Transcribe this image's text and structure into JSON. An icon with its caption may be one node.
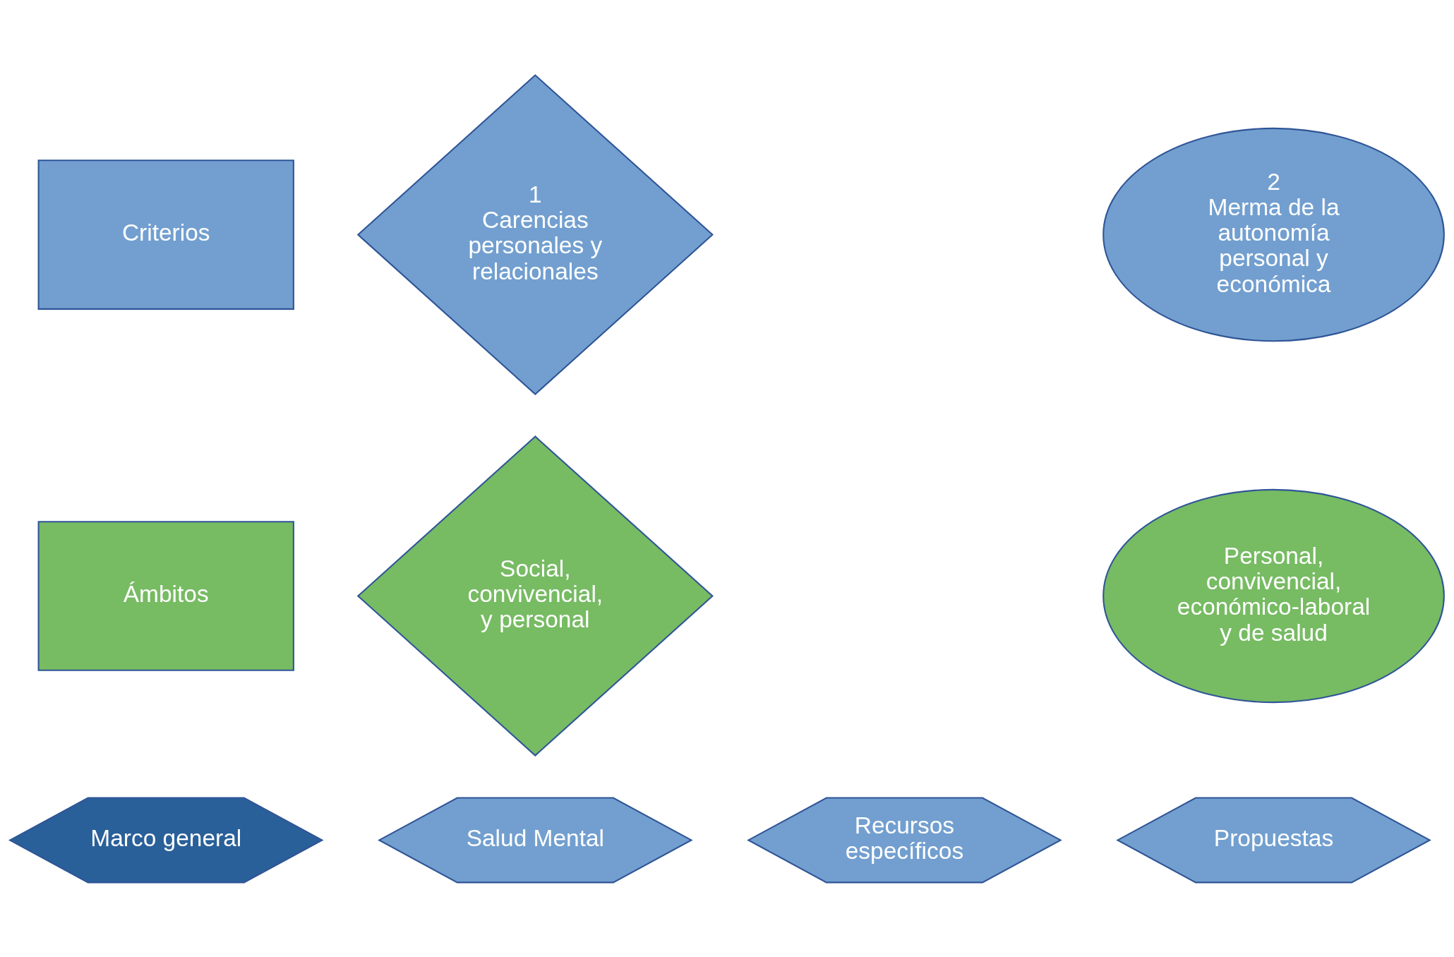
{
  "diagram": {
    "nodes": [
      {
        "text": [
          "Criterios"
        ]
      },
      {
        "text": [
          "1",
          "Carencias personales y relacionales"
        ]
      },
      {
        "text": [
          "2",
          "Merma de la autonomía personal y económica"
        ]
      },
      {
        "text": [
          "Ámbitos"
        ]
      },
      {
        "text": [
          "Social, convivencial, y personal"
        ]
      },
      {
        "text": [
          "Personal, convivencial, económico-laboral y de salud"
        ]
      },
      {
        "text": [
          "Marco general"
        ]
      },
      {
        "text": [
          "Salud Mental"
        ]
      },
      {
        "text": [
          "Recursos específicos"
        ]
      },
      {
        "text": [
          "Propuestas"
        ]
      }
    ]
  }
}
